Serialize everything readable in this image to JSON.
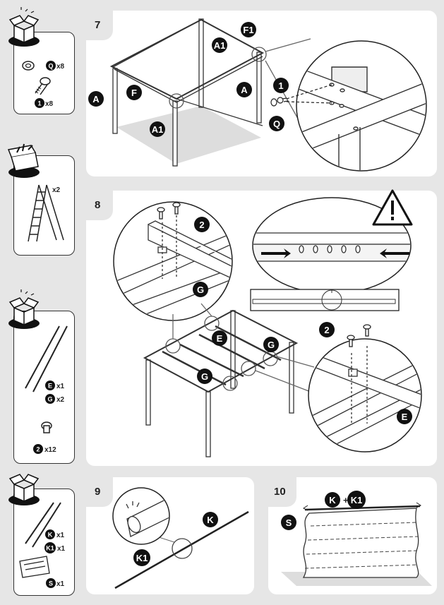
{
  "steps": {
    "s7": "7",
    "s8": "8",
    "s9": "9",
    "s10": "10"
  },
  "box1": {
    "q_label": "Q",
    "q_qty": "x8",
    "b_label": "1",
    "b_qty": "x8"
  },
  "box2": {
    "ladder_qty": "x2"
  },
  "box3": {
    "e_label": "E",
    "e_qty": "x1",
    "g_label": "G",
    "g_qty": "x2",
    "s_label": "2",
    "s_qty": "x12"
  },
  "box4": {
    "k_label": "K",
    "k_qty": "x1",
    "k1_label": "K1",
    "k1_qty": "x1",
    "sh_label": "S",
    "sh_qty": "x1"
  },
  "step7": {
    "f1": "F1",
    "a1_top": "A1",
    "a_left": "A",
    "f": "F",
    "a_right": "A",
    "a1_bottom": "A1",
    "bolt": "1",
    "washer": "Q"
  },
  "step8": {
    "screw_top": "2",
    "g_detail": "G",
    "e_main": "E",
    "g_main_right": "G",
    "g_main_left": "G",
    "screw_right": "2",
    "e_detail": "E"
  },
  "step9": {
    "k": "K",
    "k1": "K1"
  },
  "step10": {
    "k": "K",
    "plus": "+",
    "k1": "K1",
    "s": "S"
  },
  "icons": [
    "open-box-icon",
    "toolbox-icon",
    "ladder-icon",
    "warning-icon"
  ]
}
